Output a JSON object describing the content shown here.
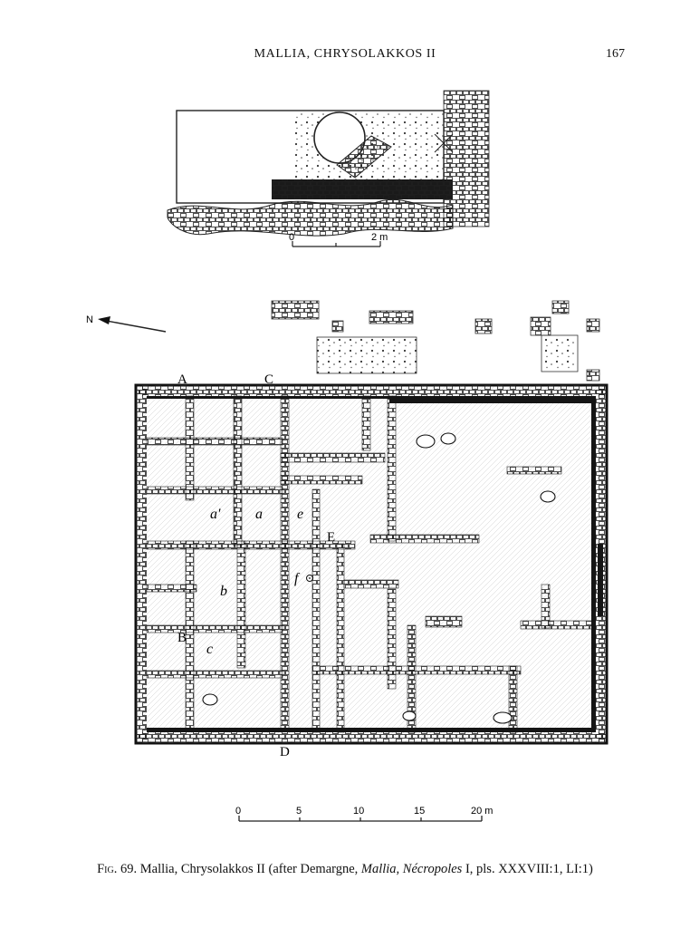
{
  "header": {
    "title": "MALLIA, CHRYSOLAKKOS II",
    "page_number": "167"
  },
  "section_plan": {
    "scale_labels": [
      "0",
      "2 m"
    ]
  },
  "main_plan": {
    "north_label": "N",
    "section_letters": [
      "A",
      "C",
      "E",
      "B",
      "D"
    ],
    "room_labels": [
      "a′",
      "a",
      "e",
      "f",
      "b",
      "c"
    ],
    "scale_labels": [
      "0",
      "5",
      "10",
      "15",
      "20 m"
    ]
  },
  "caption": {
    "fig_label": "Fig. 69.",
    "text_1": " Mallia, Chrysolakkos II (after Demargne, ",
    "italic_1": "Mallia, Nécropoles",
    "text_2": " I, pls. XXXVIII:1, LI:1)"
  }
}
